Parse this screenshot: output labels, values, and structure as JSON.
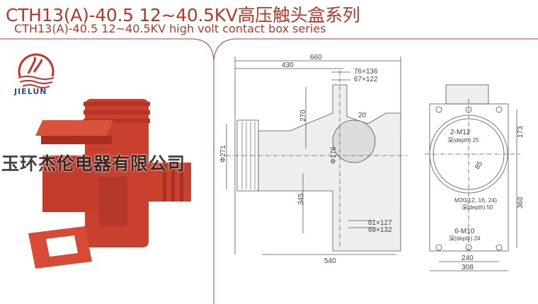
{
  "header": {
    "title": "CTH13(A)-40.5 12~40.5KV高压触头盒系列",
    "subtitle": "CTH13(A)-40.5 12~40.5KV high volt contact box series"
  },
  "brand": {
    "logo_text": "JIELUN",
    "company_watermark": "玉环杰伦电器有限公司",
    "accent_color": "#b0392b",
    "product_color": "#c9402e"
  },
  "side_view": {
    "dims": {
      "overall_length": "660",
      "front_length": "430",
      "outer_slot": "76×136",
      "inner_slot": "67×122",
      "height_upper": "270",
      "wall": "20",
      "inner_diameter": "Φ176",
      "outer_diameter": "Φ271",
      "height_lower": "345",
      "lower_inner": "61×127",
      "lower_outer": "69×132",
      "base_length": "540"
    }
  },
  "front_view": {
    "dims": {
      "top_height": "173",
      "total_height": "360",
      "bolt_spacing": "240",
      "width": "308",
      "angle_dim": "85"
    },
    "callouts": {
      "m12": "2-M12",
      "m12_depth": "深(depth) 25",
      "m20": "M20(12, 16, 24)",
      "m20_depth": "深(depth) 50",
      "m10": "6-M10",
      "m10_depth": "深(depth) 24"
    }
  }
}
